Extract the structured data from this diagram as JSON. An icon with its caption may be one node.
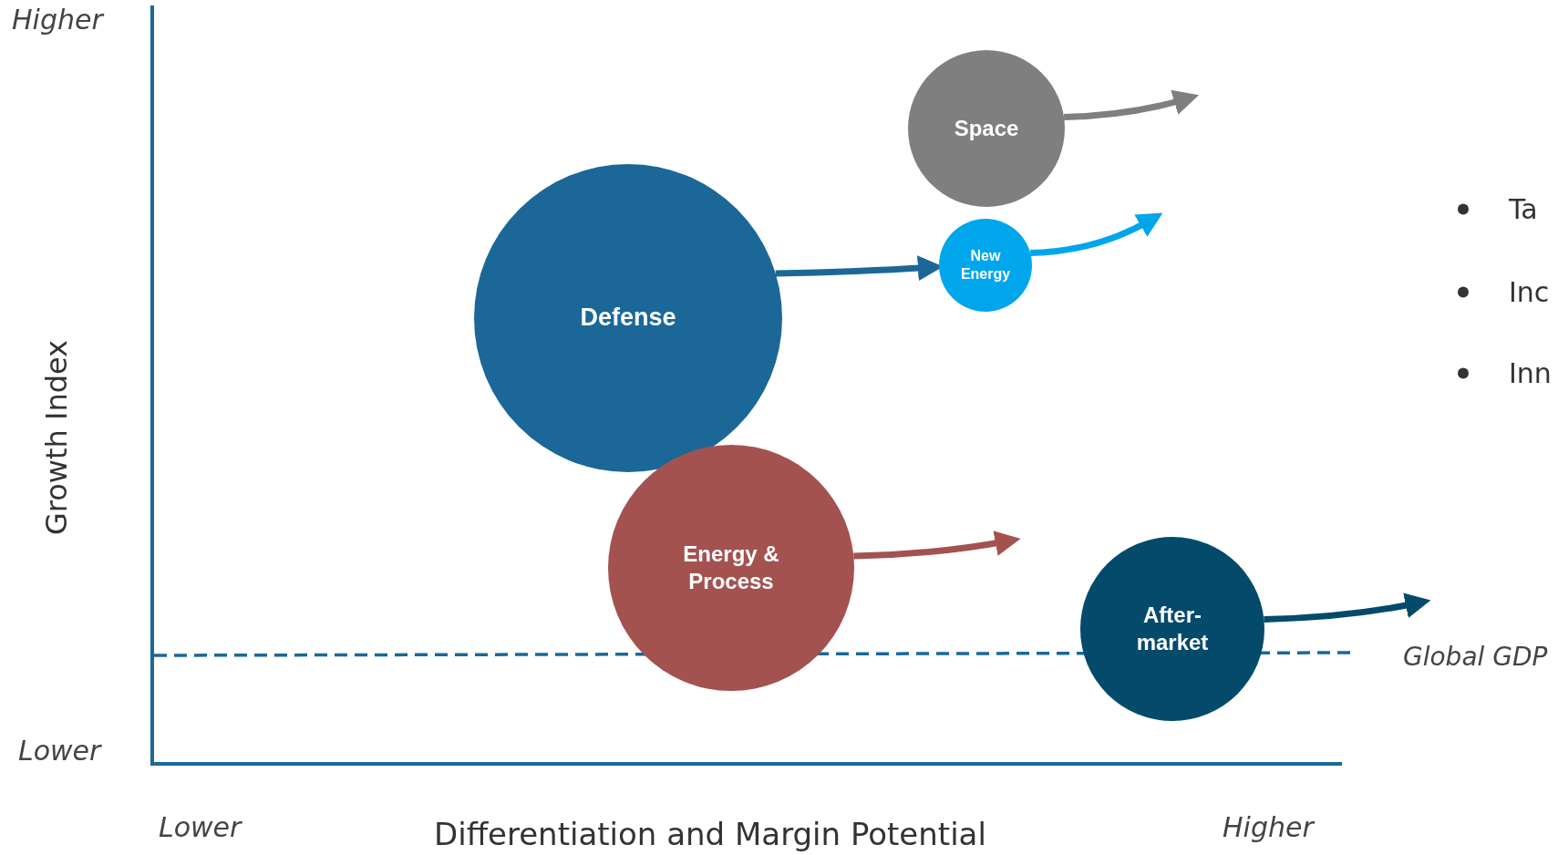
{
  "diagram": {
    "nodes": [
      {
        "text": [
          "Space"
        ]
      },
      {
        "text": [
          "Defense"
        ]
      },
      {
        "text": [
          "New Energy"
        ]
      },
      {
        "text": [
          "Energy & Process"
        ]
      },
      {
        "text": [
          "After- market"
        ]
      }
    ],
    "edges": [
      {
        "from": 0,
        "to": null,
        "arrow": "to",
        "color": "#7f7f7f"
      },
      {
        "from": 1,
        "to": 2,
        "arrow": "to",
        "color": "#1b6898"
      },
      {
        "from": 2,
        "to": null,
        "arrow": "to",
        "color": "#00a6ec"
      },
      {
        "from": 3,
        "to": null,
        "arrow": "to",
        "color": "#a35250"
      },
      {
        "from": 4,
        "to": null,
        "arrow": "to",
        "color": "#044a6b"
      }
    ],
    "labels": [
      "Higher",
      "Ta",
      "Inc",
      "Growth Index",
      "Inn",
      "Global GDP",
      "Lower",
      "Lower",
      "Differentiation and Margin Potential",
      "Higher"
    ]
  }
}
